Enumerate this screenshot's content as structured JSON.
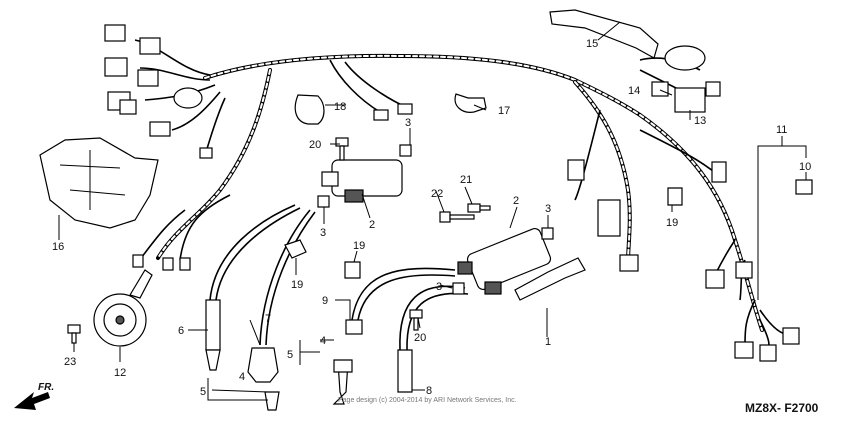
{
  "diagram": {
    "callouts": {
      "c1": "1",
      "c2a": "2",
      "c2b": "2",
      "c3a": "3",
      "c3b": "3",
      "c3c": "3",
      "c3d": "3",
      "c4a": "4",
      "c4b": "4",
      "c5a": "5",
      "c5b": "5",
      "c6": "6",
      "c7": "7",
      "c8": "8",
      "c9": "9",
      "c10": "10",
      "c11": "11",
      "c12": "12",
      "c13": "13",
      "c14": "14",
      "c15": "15",
      "c16": "16",
      "c17": "17",
      "c18": "18",
      "c19a": "19",
      "c19b": "19",
      "c19c": "19",
      "c20a": "20",
      "c20b": "20",
      "c21": "21",
      "c22": "22",
      "c23": "23"
    },
    "front_indicator": "FR.",
    "drawing_code": "MZ8X- F2700",
    "copyright": "Page design (c) 2004-2014 by ARI Network Services, Inc."
  }
}
